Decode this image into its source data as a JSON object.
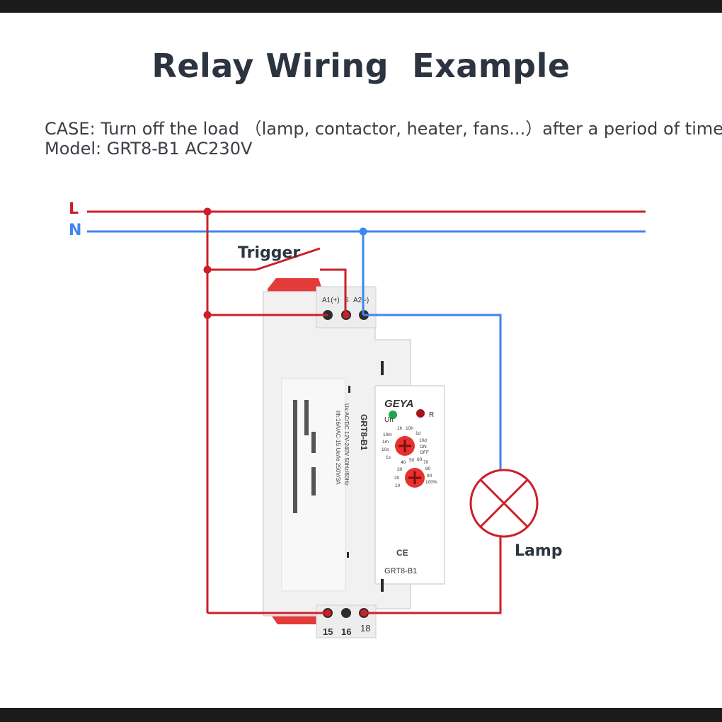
{
  "title": "Relay Wiring  Example",
  "case_text": "CASE: Turn off the load （lamp, contactor, heater, fans...）after a period of time",
  "model_text": "Model: GRT8-B1 AC230V",
  "lines": {
    "live": "L",
    "neutral": "N"
  },
  "trigger_label": "Trigger",
  "lamp_label": "Lamp",
  "relay": {
    "brand": "GEYA",
    "model_front": "GRT8-B1",
    "model_side": "GRT8-B1",
    "spec_line1": "Us:AC/DC 12V-240V 50Hz/60Hz",
    "spec_line2": "Ith:16A/AC-15:Ue/Ie 250V/3A",
    "led_un": "Un",
    "led_r": "R",
    "terminal_a1": "A1(+)",
    "terminal_s": "S",
    "terminal_a2": "A2(-)",
    "terminal_15": "15",
    "terminal_16": "16",
    "terminal_18": "18",
    "time_scales": [
      "10m",
      "1h",
      "10h",
      "1d",
      "10d",
      "ON",
      "OFF",
      "1s",
      "10s",
      "1m"
    ],
    "percent_scales": [
      "10",
      "20",
      "30",
      "40",
      "50",
      "60",
      "70",
      "80",
      "90",
      "100%"
    ]
  },
  "colors": {
    "live": "#cc1f2a",
    "neutral": "#3d86ef",
    "text": "#2c3440",
    "knob": "#e8322e"
  }
}
